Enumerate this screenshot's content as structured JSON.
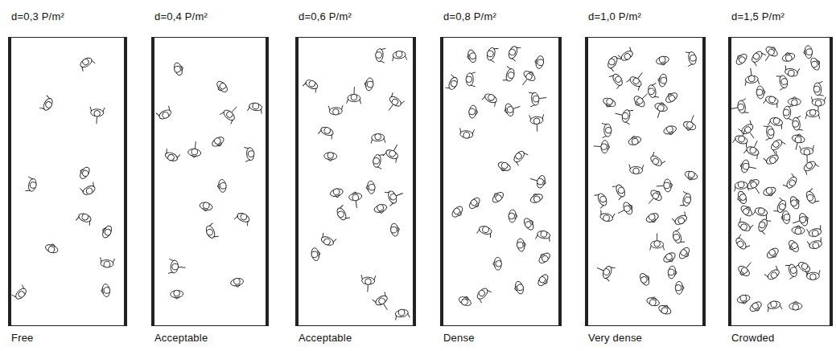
{
  "diagram": {
    "nodes": [
      {
        "text": [
          "d=0,3 P/m²",
          "Free"
        ]
      },
      {
        "text": [
          "d=0,4 P/m²",
          "Acceptable"
        ]
      },
      {
        "text": [
          "d=0,6 P/m²",
          "Acceptable"
        ]
      },
      {
        "text": [
          "d=0,8 P/m²",
          "Dense"
        ]
      },
      {
        "text": [
          "d=1,0 P/m²",
          "Very dense"
        ]
      },
      {
        "text": [
          "d=1,5 P/m²",
          "Crowded"
        ]
      }
    ]
  }
}
